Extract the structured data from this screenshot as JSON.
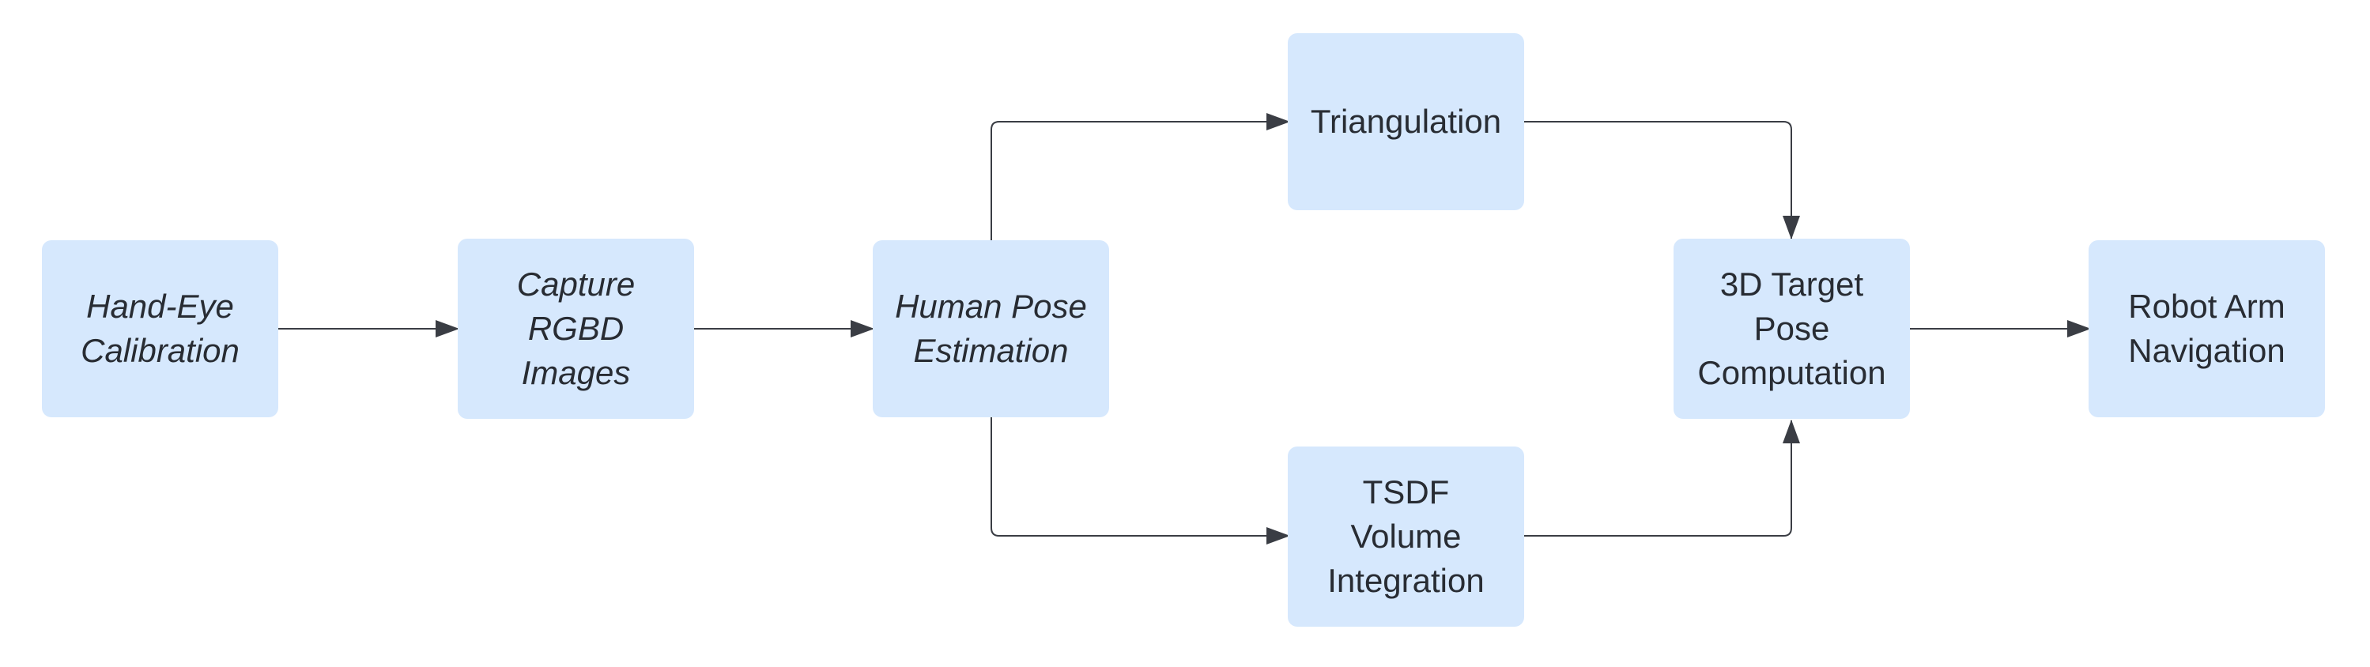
{
  "diagram": {
    "type": "flowchart",
    "colors": {
      "node_fill": "#d6e8fd",
      "node_text": "#282c33",
      "edge": "#3a3d44"
    },
    "nodes": {
      "hand_eye": {
        "label": "Hand-Eye\nCalibration",
        "italic": true
      },
      "capture": {
        "label": "Capture\nRGBD\nImages",
        "italic": true
      },
      "human_pose": {
        "label": "Human Pose\nEstimation",
        "italic": true
      },
      "triangulation": {
        "label": "Triangulation",
        "italic": false
      },
      "tsdf": {
        "label": "TSDF\nVolume\nIntegration",
        "italic": false
      },
      "target_pose": {
        "label": "3D Target\nPose\nComputation",
        "italic": false
      },
      "robot_arm": {
        "label": "Robot Arm\nNavigation",
        "italic": false
      }
    },
    "edges": [
      {
        "from": "hand_eye",
        "to": "capture"
      },
      {
        "from": "capture",
        "to": "human_pose"
      },
      {
        "from": "human_pose",
        "to": "triangulation"
      },
      {
        "from": "human_pose",
        "to": "tsdf"
      },
      {
        "from": "triangulation",
        "to": "target_pose"
      },
      {
        "from": "tsdf",
        "to": "target_pose"
      },
      {
        "from": "target_pose",
        "to": "robot_arm"
      }
    ]
  }
}
